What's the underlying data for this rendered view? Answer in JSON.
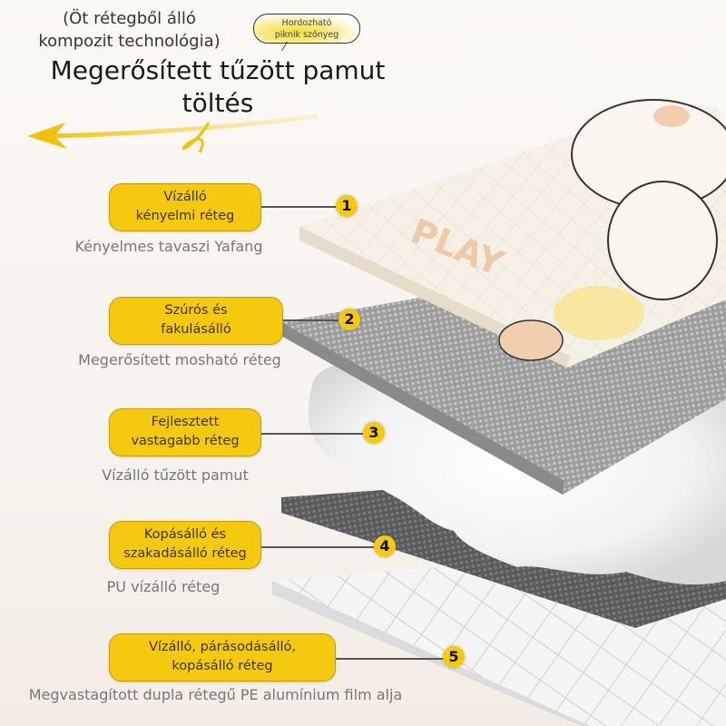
{
  "header": {
    "subtitle_line1": "(Öt rétegből álló",
    "subtitle_line2": "kompozit technológia)",
    "bubble_line1": "Hordozható",
    "bubble_line2": "piknik szőnyeg",
    "title_line1": "Megerősített tűzött pamut",
    "title_line2": "töltés"
  },
  "illustration": {
    "print_text": "PLAY"
  },
  "layers": [
    {
      "number": "1",
      "badge_line1": "Vízálló",
      "badge_line2": "kényelmi réteg",
      "caption": "Kényelmes tavaszi Yafang"
    },
    {
      "number": "2",
      "badge_line1": "Szúrós és",
      "badge_line2": "fakulásálló",
      "caption": "Megerősített mosható réteg"
    },
    {
      "number": "3",
      "badge_line1": "Fejlesztett",
      "badge_line2": "vastagabb réteg",
      "caption": "Vízálló tűzött pamut"
    },
    {
      "number": "4",
      "badge_line1": "Kopásálló és",
      "badge_line2": "szakadásálló réteg",
      "caption": "PU vízálló réteg"
    },
    {
      "number": "5",
      "badge_line1": "Vízálló, párásodásálló,",
      "badge_line2": "kopásálló réteg",
      "caption": "Megvastagított dupla rétegű PE alumínium film alja"
    }
  ],
  "colors": {
    "accent": "#f5c90f",
    "text": "#333333",
    "caption": "#777777"
  }
}
